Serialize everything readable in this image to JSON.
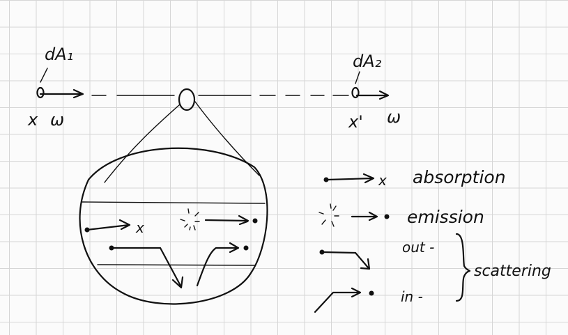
{
  "labels": {
    "dA1": "dA₁",
    "dA2": "dA₂",
    "x": "x",
    "w1": "ω",
    "xprime": "x'",
    "w2": "ω"
  },
  "legend": {
    "absorption": "absorption",
    "emission": "emission",
    "out": "out -",
    "in": "in -",
    "scattering": "scattering"
  },
  "marks": {
    "absorption_x": "x",
    "legend_x": "x"
  }
}
